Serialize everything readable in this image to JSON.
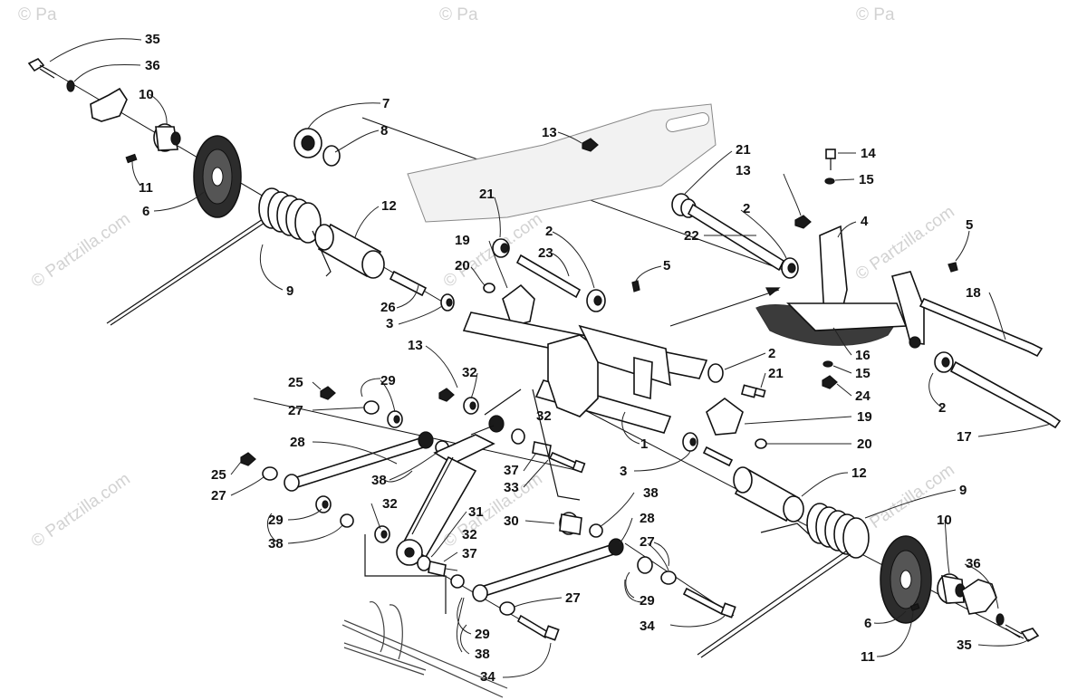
{
  "watermarks": {
    "copyright": "© Partzilla.com",
    "corner_mark": "© Pa"
  },
  "callouts": [
    "35",
    "36",
    "10",
    "11",
    "6",
    "7",
    "8",
    "9",
    "12",
    "26",
    "3",
    "13",
    "21",
    "19",
    "20",
    "2",
    "23",
    "5",
    "22",
    "14",
    "15",
    "4",
    "18",
    "16",
    "24",
    "17",
    "1",
    "25",
    "27",
    "29",
    "32",
    "28",
    "37",
    "33",
    "38",
    "31",
    "30",
    "34"
  ]
}
